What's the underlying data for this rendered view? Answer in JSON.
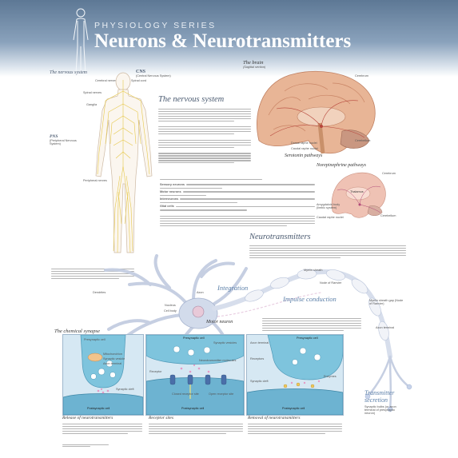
{
  "header": {
    "series": "PHYSIOLOGY SERIES",
    "title": "Neurons & Neurotransmitters"
  },
  "nervous_system_figure": {
    "title": "The nervous system",
    "cns_label": "CNS",
    "cns_sub": "(Central Nervous System)",
    "pns_label": "PNS",
    "pns_sub": "(Peripheral Nervous System)",
    "labels": {
      "cerebral": "Cerebral nerves",
      "spinal_cord": "Spinal cord",
      "spinal_nerves": "Spinal nerves",
      "ganglia": "Ganglia",
      "peripheral": "Peripheral nerves"
    }
  },
  "text_nervous_system": {
    "heading": "The nervous system"
  },
  "brain": {
    "title": "The brain",
    "subtitle": "(Sagittal section)",
    "cerebrum": "Cerebrum",
    "raphe": "Dorsal raphe nuclei",
    "caudal": "Caudal raphe nuclei",
    "cerebellum": "Cerebellum",
    "serotonin": "Serotonin pathways"
  },
  "norepinephrine": {
    "title": "Norepinephrine pathways",
    "cerebrum": "Cerebrum",
    "thalamus": "Thalamus",
    "amygdala": "Amygdaloid body (limbic system)",
    "caudal": "Caudal raphe nuclei",
    "cerebellum": "Cerebellum"
  },
  "text_functions": {
    "sensory_label": "Sensory neurons",
    "motor_label": "Motor neurons",
    "inter_label": "Interneurons",
    "glial_label": "Glial cells"
  },
  "neurotransmitters": {
    "heading": "Neurotransmitters"
  },
  "neuron_labels": {
    "dendrites": "Dendrites",
    "nucleus": "Nucleus",
    "cell_body": "Cell body",
    "axon": "Axon",
    "integration": "Integration",
    "motor_neuron": "Motor neuron",
    "myelin_sheath": "Myelin sheath",
    "impulse": "Impulse conduction",
    "node": "Node of Ranvier",
    "myelin_gap": "Myelin sheath gap (Node of Ranvier)",
    "axon_terminal": "Axon terminal",
    "transmitter": "Transmitter secretion",
    "synaptic_bulbs": "Synaptic bulbs (or axon terminal of presynaptic neuron)"
  },
  "chemical_synapse": {
    "title": "The chemical synapse",
    "panels": [
      {
        "caption": "Release of neurotransmitters",
        "top": "Presynaptic cell",
        "bottom": "Postsynaptic cell",
        "labels": [
          "Mitochondrion",
          "Synaptic vesicle",
          "Axon terminal",
          "Synaptic cleft"
        ]
      },
      {
        "caption": "Receptor sites",
        "top": "Presynaptic cell",
        "bottom": "Postsynaptic cell",
        "labels": [
          "Synaptic vesicles",
          "Neurotransmitter molecules",
          "Receptor",
          "Closed receptor site",
          "Open receptor site"
        ]
      },
      {
        "caption": "Removal of neurotransmitters",
        "top": "Presynaptic cell",
        "bottom": "Postsynaptic cell",
        "labels": [
          "Axon terminal",
          "Receptors",
          "Synaptic cleft",
          "Enzymes"
        ]
      }
    ]
  },
  "colors": {
    "header": "#6f89a6",
    "nerve": "#e6c84a",
    "brain": "#c9906a",
    "panel": "#cfe3f0",
    "accent": "#5b7fa8",
    "neuron": "#c9d3e6"
  }
}
